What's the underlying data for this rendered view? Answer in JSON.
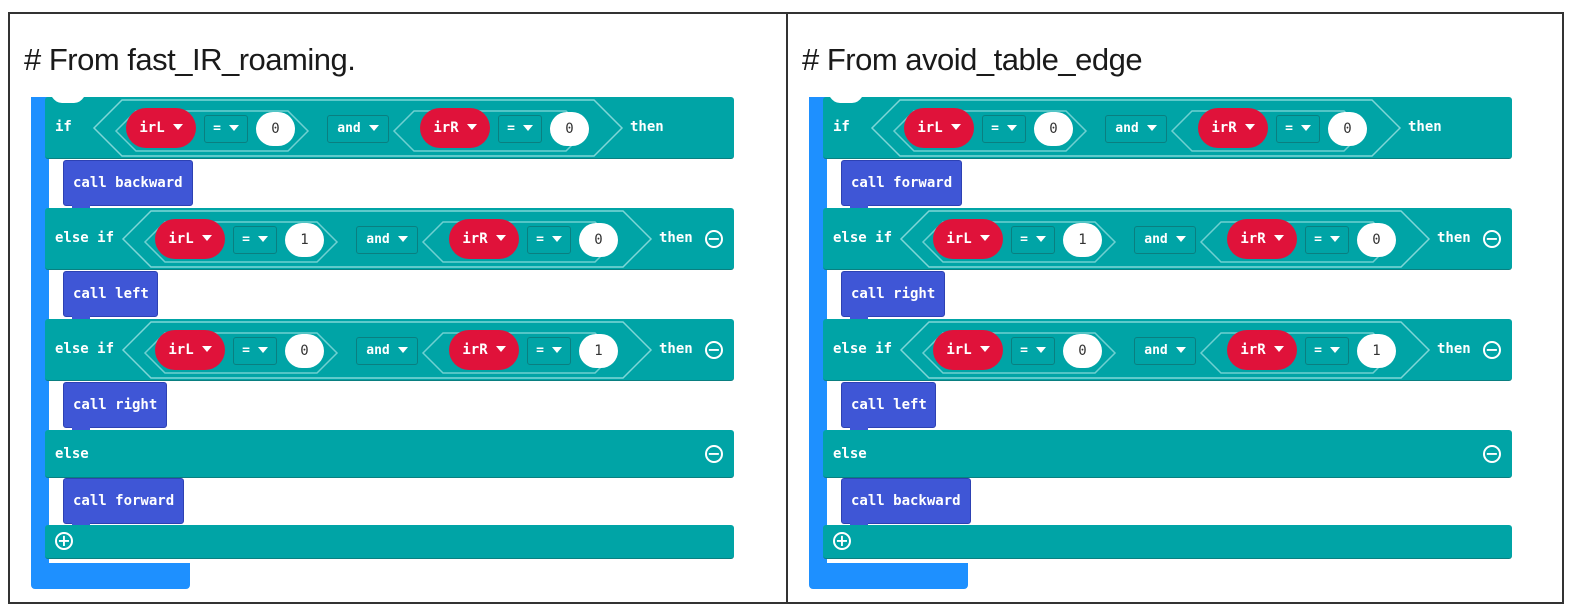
{
  "panels": [
    {
      "title": "# From fast_IR_roaming.",
      "rows": [
        {
          "kw": "if",
          "irL": "irL",
          "eq1": "=",
          "a": "0",
          "and": "and",
          "irR": "irR",
          "eq2": "=",
          "b": "0",
          "then": "then",
          "removable": false
        },
        {
          "kw": "else if",
          "irL": "irL",
          "eq1": "=",
          "a": "1",
          "and": "and",
          "irR": "irR",
          "eq2": "=",
          "b": "0",
          "then": "then",
          "removable": true
        },
        {
          "kw": "else if",
          "irL": "irL",
          "eq1": "=",
          "a": "0",
          "and": "and",
          "irR": "irR",
          "eq2": "=",
          "b": "1",
          "then": "then",
          "removable": true
        }
      ],
      "calls": [
        "call backward",
        "call left",
        "call right",
        "call forward"
      ],
      "else_label": "else"
    },
    {
      "title": "# From avoid_table_edge",
      "rows": [
        {
          "kw": "if",
          "irL": "irL",
          "eq1": "=",
          "a": "0",
          "and": "and",
          "irR": "irR",
          "eq2": "=",
          "b": "0",
          "then": "then",
          "removable": false
        },
        {
          "kw": "else if",
          "irL": "irL",
          "eq1": "=",
          "a": "1",
          "and": "and",
          "irR": "irR",
          "eq2": "=",
          "b": "0",
          "then": "then",
          "removable": true
        },
        {
          "kw": "else if",
          "irL": "irL",
          "eq1": "=",
          "a": "0",
          "and": "and",
          "irR": "irR",
          "eq2": "=",
          "b": "1",
          "then": "then",
          "removable": true
        }
      ],
      "calls": [
        "call forward",
        "call right",
        "call left",
        "call backward"
      ],
      "else_label": "else"
    }
  ],
  "icons": {
    "remove": "minus-circle-icon",
    "add": "plus-circle-icon",
    "dropdown": "caret-down-icon"
  },
  "colors": {
    "block_teal": "#00a4a6",
    "call_blue": "#3f56d6",
    "var_red": "#e0123a",
    "spine_blue": "#1e90ff"
  }
}
